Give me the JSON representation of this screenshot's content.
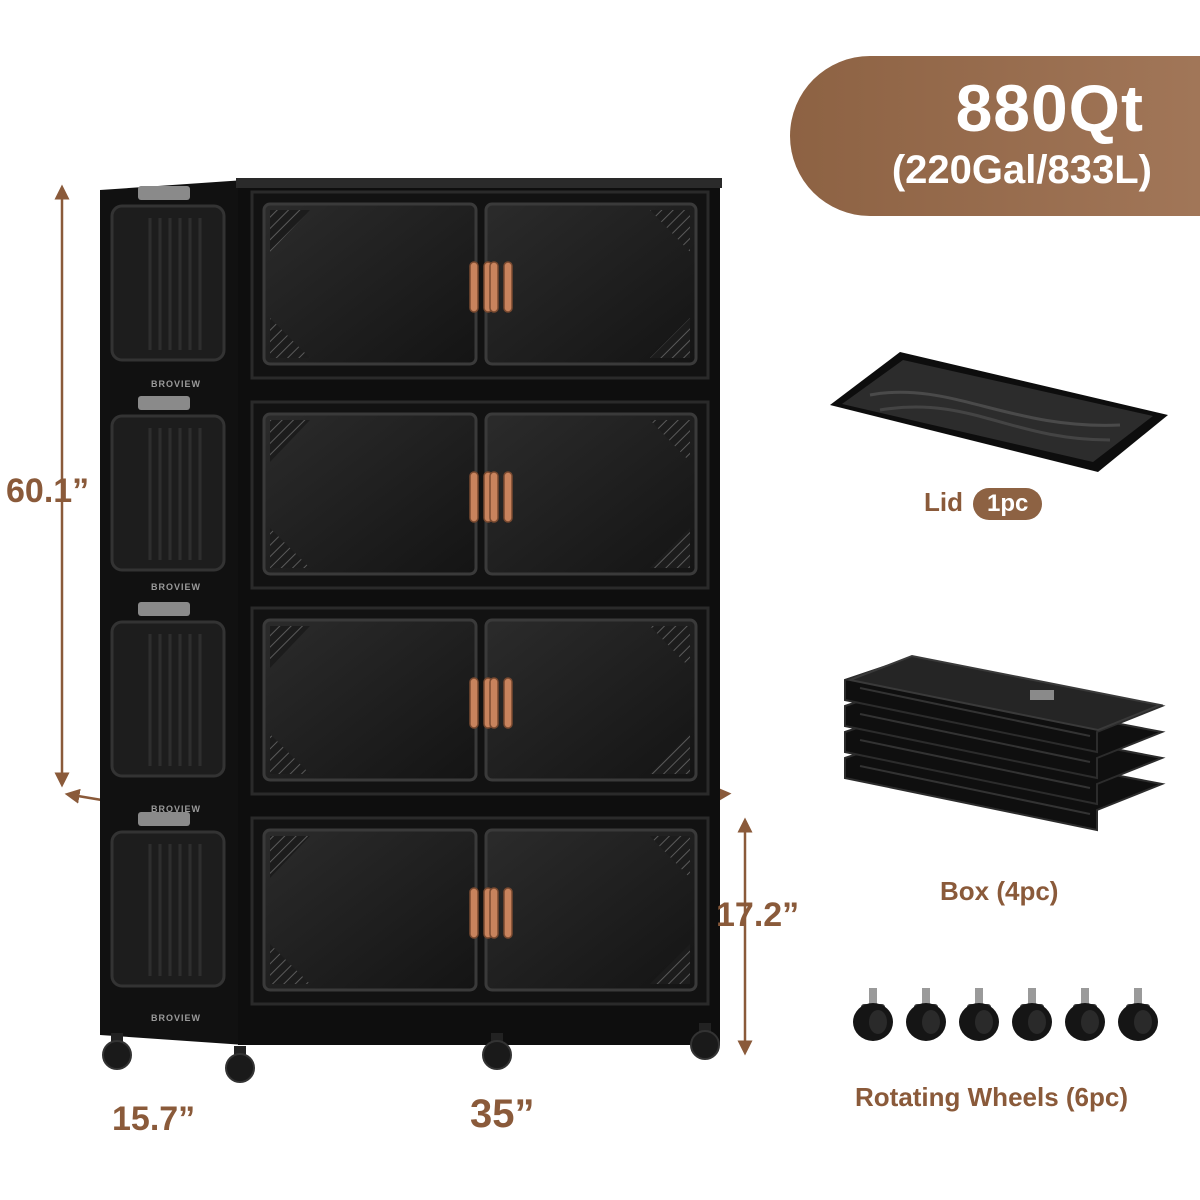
{
  "capacity": {
    "main": "880Qt",
    "sub": "(220Gal/833L)"
  },
  "dimensions": {
    "height": "60.1”",
    "depth": "15.7”",
    "width": "35”",
    "tier_height": "17.2”"
  },
  "brand": "BROVIEW",
  "parts": {
    "lid": {
      "label": "Lid",
      "qty": "1pc"
    },
    "box": {
      "label": "Box (4pc)"
    },
    "wheels": {
      "label": "Rotating Wheels (6pc)"
    }
  },
  "colors": {
    "accent": "#8d6243",
    "dimension_line": "#8a5a3a",
    "cabinet": "#1a1a1a",
    "handle": "#c8835d"
  }
}
